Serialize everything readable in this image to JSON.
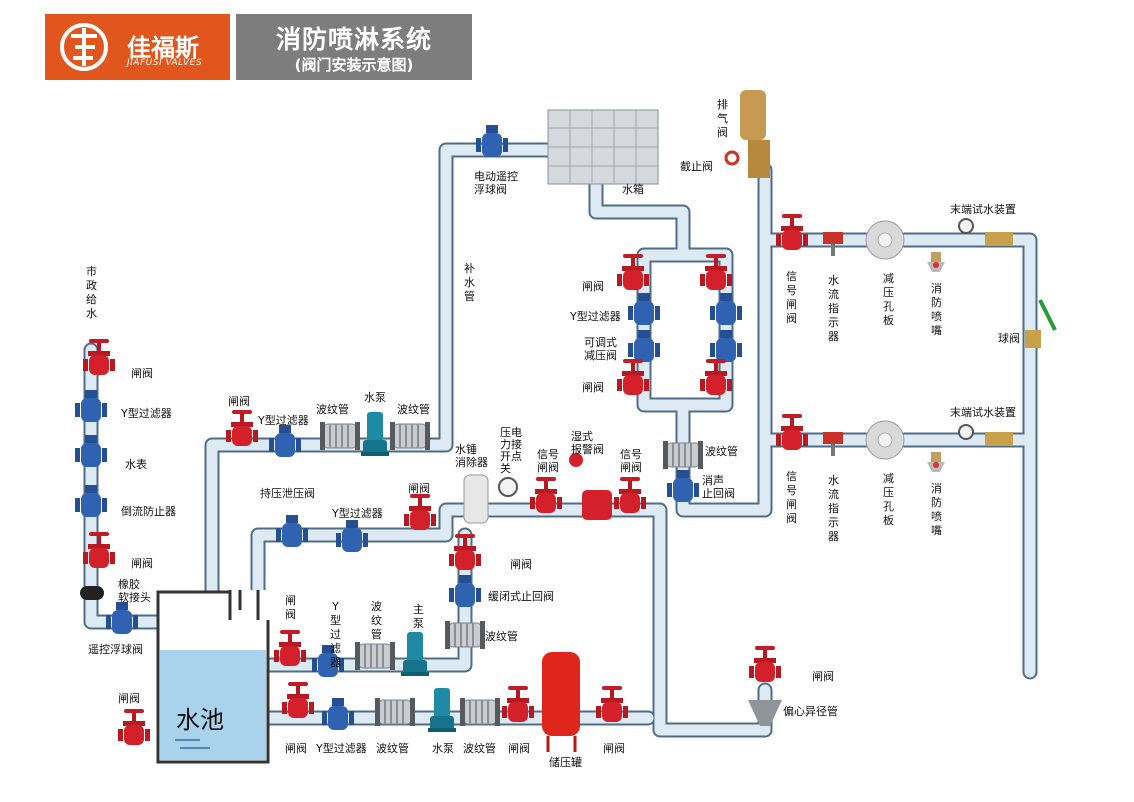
{
  "header": {
    "brand_cn": "佳福斯",
    "brand_en": "JIAFUSI VALVES",
    "title": "消防喷淋系统",
    "subtitle": "(阀门安装示意图)"
  },
  "colors": {
    "brand_orange": "#e0561d",
    "title_gray": "#7d7d7d",
    "pipe_fill": "#dde9f3",
    "pipe_edge": "#4f6d86",
    "valve_red": "#d4202b",
    "valve_blue": "#2f62b0",
    "water": "#a9d2ec"
  },
  "labels": {
    "municipal_supply": "市政给水",
    "gate_valve": "闸阀",
    "y_strainer": "Y型过滤器",
    "water_meter": "水表",
    "backflow_preventer": "倒流防止器",
    "rubber_joint": "橡胶\n软接头",
    "remote_float_valve": "遥控浮球阀",
    "pool": "水池",
    "electric_float_valve": "电动遥控\n浮球阀",
    "water_tank": "水箱",
    "makeup_pipe": "补水管",
    "bellows": "波纹管",
    "pump": "水泵",
    "main_pump": "主泵",
    "pressure_relief_valve": "持压泄压阀",
    "water_hammer_arrestor": "水锤\n消除器",
    "pressure_switch": "压电\n力接\n开点\n关",
    "signal_gate_valve": "信号\n闸阀",
    "wet_alarm_valve": "湿式\n报警阀",
    "slow_check_valve": "缓闭式止回阀",
    "silent_check_valve": "消声\n止回阀",
    "adjustable_prv": "可调式\n减压阀",
    "exhaust_valve": "排气阀",
    "stop_valve": "截止阀",
    "end_test_device": "末端试水装置",
    "signal_valve_v": "信号闸阀",
    "flow_indicator": "水流指示器",
    "orifice_plate": "减压孔板",
    "sprinkler": "消防喷嘴",
    "ball_valve": "球阀",
    "eccentric_reducer": "偏心异径管",
    "pressure_tank": "储压罐",
    "y_strainer_v": "Y型过滤器",
    "bellows_v": "波纹管",
    "gate_valve_v": "闸阀"
  }
}
